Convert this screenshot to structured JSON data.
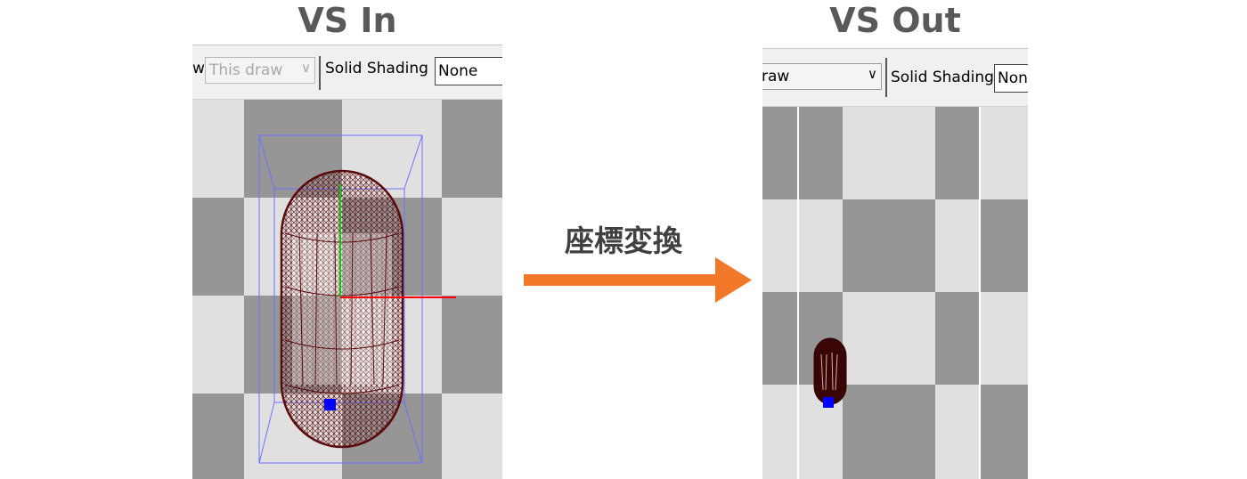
{
  "vs_in": {
    "title": "VS In",
    "toolbar": {
      "partial_label": "w",
      "draw_select": "This draw",
      "draw_select_arrow": "∨",
      "shading_label": "Solid Shading",
      "shading_value": "None"
    }
  },
  "vs_out": {
    "title": "VS Out",
    "toolbar": {
      "draw_select": "raw",
      "draw_select_arrow": "∨",
      "shading_label": "Solid Shading",
      "shading_value": "None"
    }
  },
  "transform": {
    "label": "座標変換",
    "arrow_color": "#f07828"
  },
  "colors": {
    "checker_dark": "#969696",
    "checker_light": "#e0e0e0",
    "mesh": "#5a0a0a",
    "bbox": "#7070ff",
    "axis_x": "#ff0000",
    "axis_y": "#00cc00",
    "marker": "#0000ff"
  }
}
